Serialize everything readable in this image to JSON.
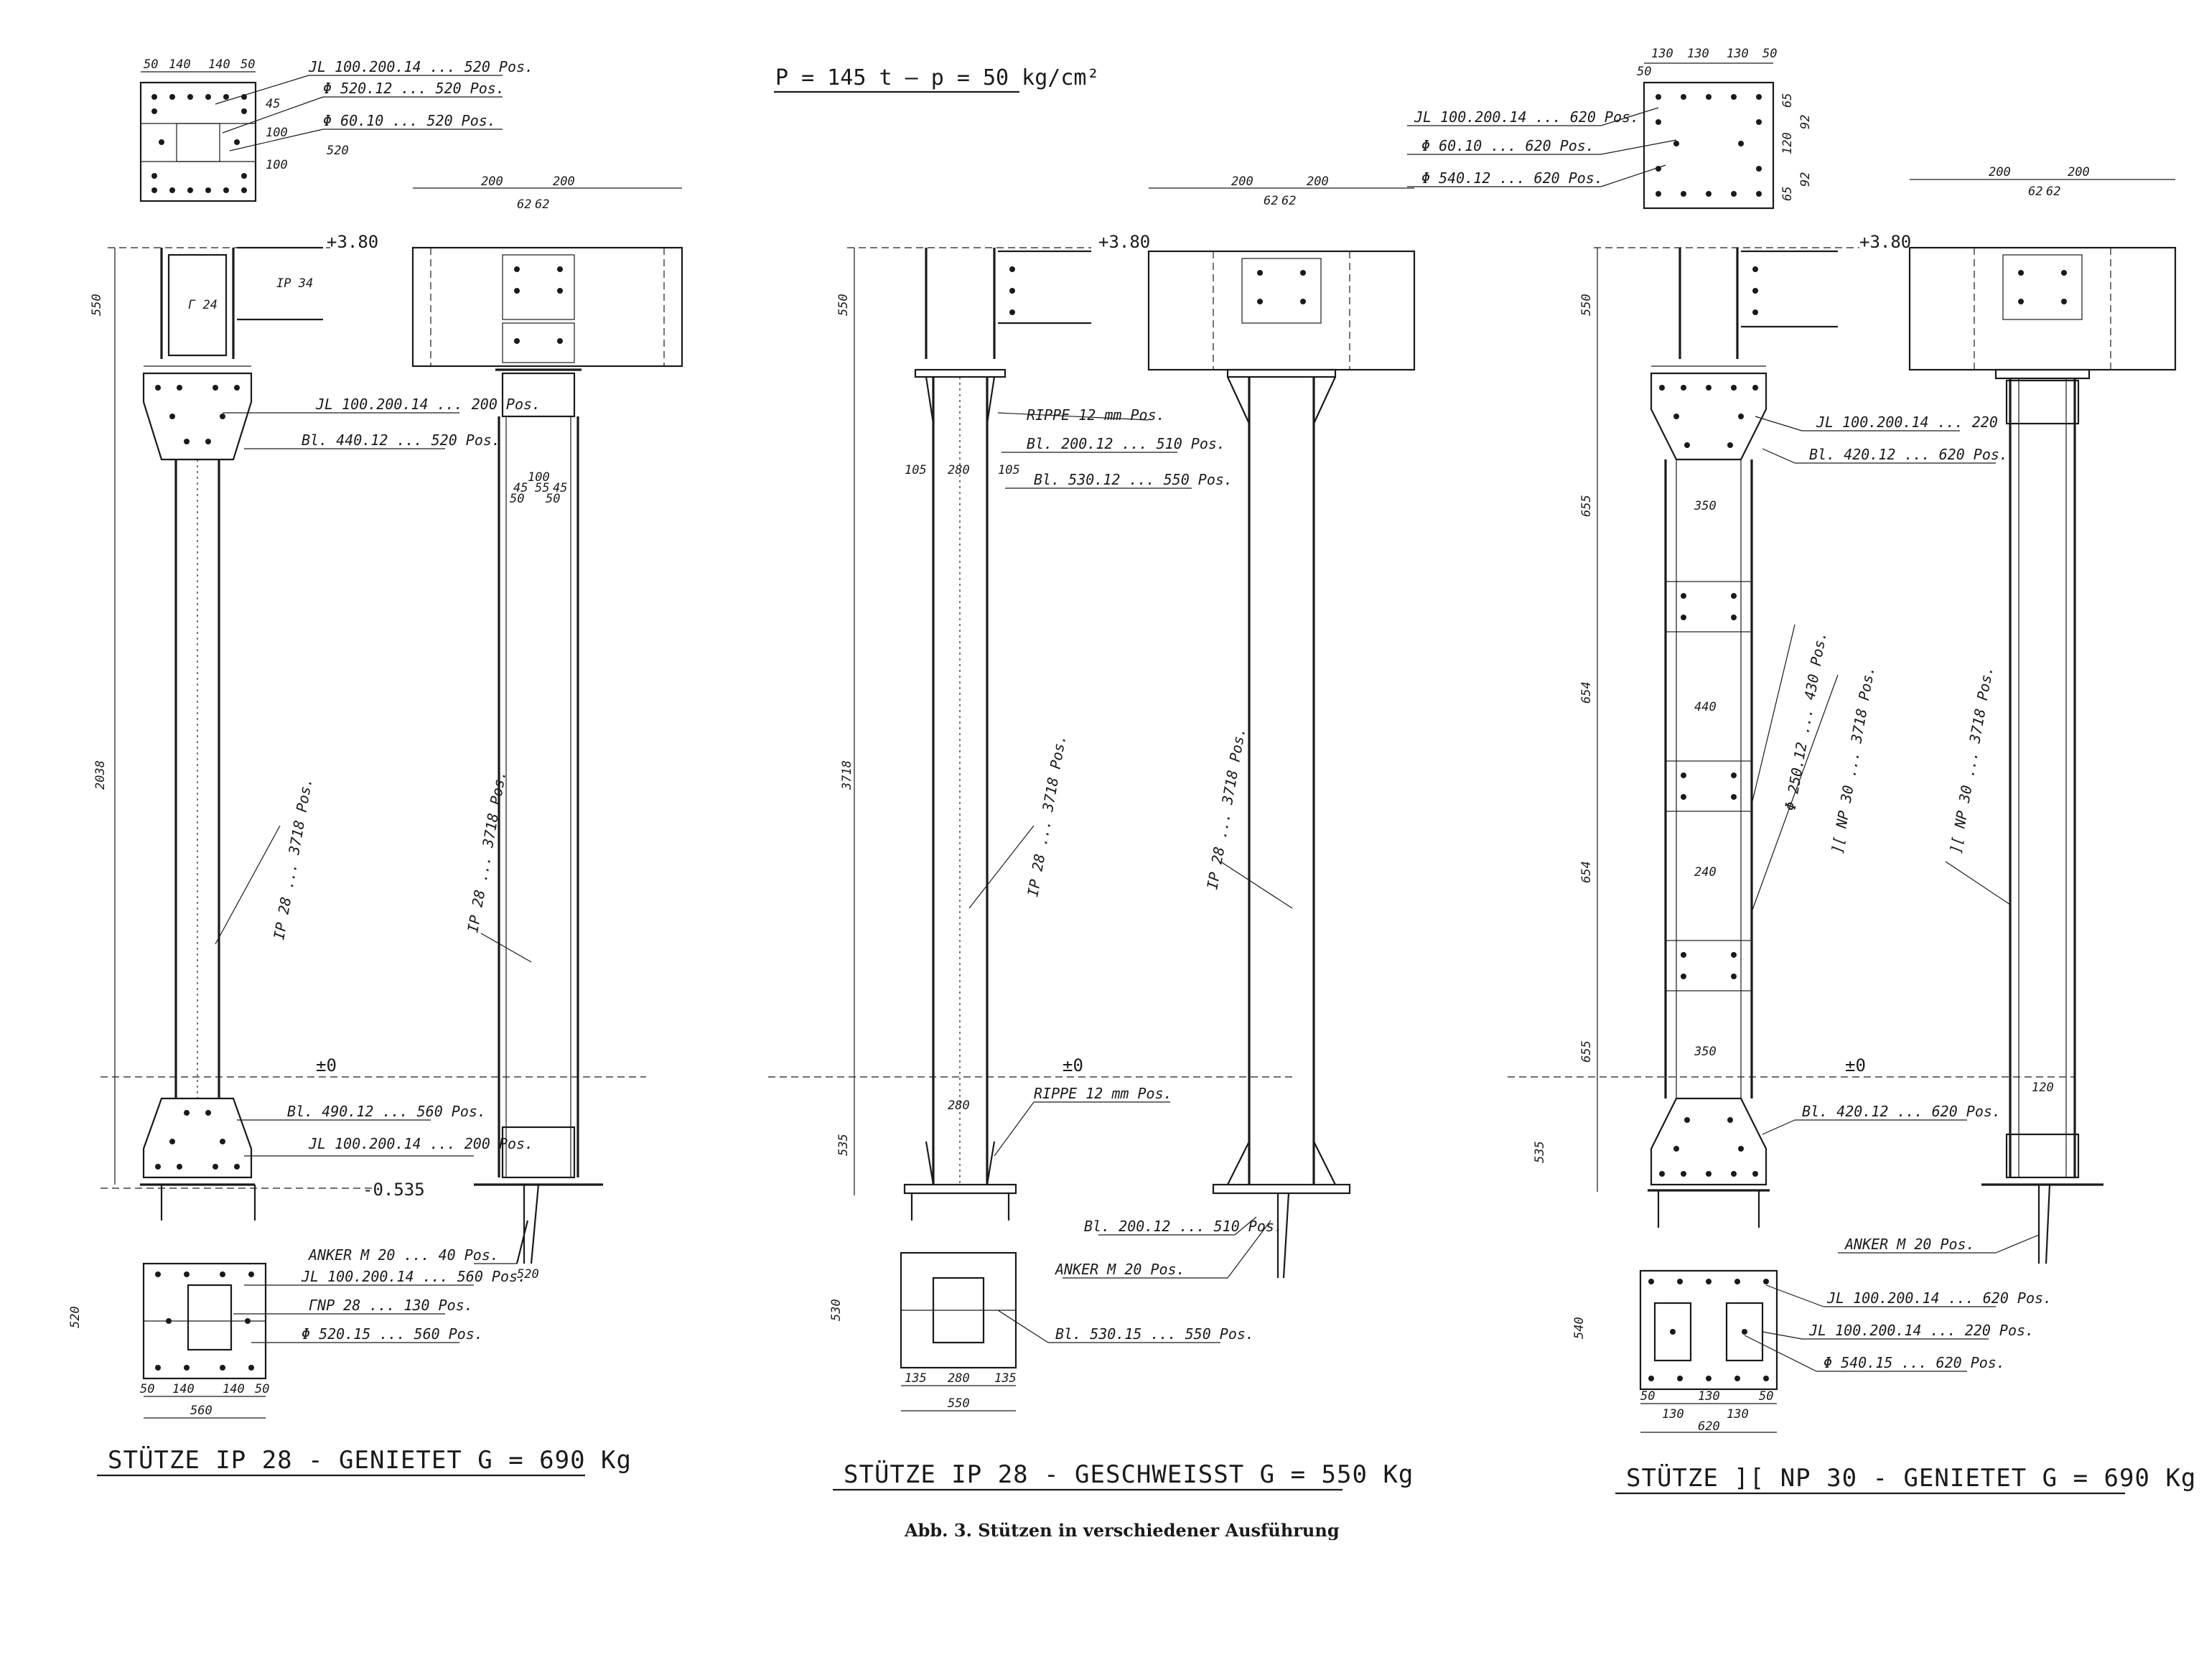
{
  "header": {
    "load_formula": "P = 145 t  –  p = 50 kg/cm²"
  },
  "caption": "Abb. 3. Stützen in verschiedener Ausführung",
  "columns": [
    {
      "id": "col-ip28-riveted",
      "title": "STÜTZE  IP 28 - GENIETET  G = 690 Kg",
      "level_top": "+3.80",
      "level_ground": "±0",
      "level_bottom": "-0.535",
      "heights": [
        "550",
        "2038"
      ],
      "shaft_label": "IP 28 ... 3718 Pos.",
      "top_plate": {
        "dims_top": [
          "50",
          "140",
          "140",
          "50"
        ],
        "dims_side": [
          "45",
          "100",
          "100",
          "520"
        ],
        "labels": [
          "JL 100.200.14 ... 520 Pos.",
          "Φ 520.12 ... 520 Pos.",
          "Φ 60.10 ... 520 Pos."
        ]
      },
      "callouts": [
        "JL 100.200.14 ... 200 Pos.",
        "Bl. 440.12 ... 520 Pos.",
        "Bl. 490.12 ... 560 Pos.",
        "JL 100.200.14 ... 200 Pos.",
        "ANKER  M 20 ... 40 Pos.",
        "IP 34",
        "IP 28 ... 3718 Pos."
      ],
      "side_dims": [
        "200",
        "200",
        "62",
        "62",
        "45",
        "55",
        "45",
        "100",
        "50",
        "50",
        "520"
      ],
      "base_plate": {
        "labels": [
          "JL 100.200.14 ... 560 Pos.",
          "ΓNP 28 ... 130 Pos.",
          "Φ 520.15 ... 560 Pos."
        ],
        "dims_bottom": [
          "50",
          "140",
          "140",
          "50"
        ],
        "dim_total": "560",
        "dim_side": "520"
      }
    },
    {
      "id": "col-ip28-welded",
      "title": "STÜTZE  IP 28 - GESCHWEISST  G = 550 Kg",
      "level_top": "+3.80",
      "level_ground": "±0",
      "heights": [
        "550",
        "3718",
        "535"
      ],
      "shaft_label": "IP 28 ... 3718 Pos.",
      "callouts": [
        "RIPPE  12 mm  Pos.",
        "Bl. 200.12 ... 510 Pos.",
        "Bl. 530.12 ... 550 Pos.",
        "RIPPE  12 mm  Pos.",
        "Bl. 200.12 ... 510 Pos.",
        "ANKER  M 20  Pos.",
        "IP 28 ... 3718 Pos."
      ],
      "side_dims": [
        "200",
        "200",
        "62",
        "62",
        "280",
        "280",
        "105",
        "105"
      ],
      "base_plate": {
        "labels": [
          "Bl. 530.15 ... 550 Pos."
        ],
        "dims_bottom": [
          "135",
          "280",
          "135"
        ],
        "dim_total": "550",
        "dim_side": "530"
      }
    },
    {
      "id": "col-inp30-riveted",
      "title": "STÜTZE  ][ NP 30 - GENIETET  G = 690 Kg",
      "level_top": "+3.80",
      "level_ground": "±0",
      "heights": [
        "550",
        "655",
        "654",
        "654",
        "655",
        "535"
      ],
      "shaft_label": "][ NP 30 ... 3718 Pos.",
      "top_plate": {
        "dims_top": [
          "50",
          "130",
          "130",
          "130",
          "50"
        ],
        "dims_side": [
          "65",
          "92",
          "120",
          "92",
          "65"
        ],
        "labels": [
          "JL 100.200.14 ... 620 Pos.",
          "Φ 60.10 ... 620 Pos.",
          "Φ 540.12 ... 620 Pos."
        ]
      },
      "callouts": [
        "JL 100.200.14 ... 220",
        "Bl. 420.12 ... 620 Pos.",
        "Φ 250.12 ... 430 Pos.",
        "][ NP 30 ... 3718 Pos.",
        "Bl. 420.12 ... 620 Pos.",
        "ANKER  M 20  Pos."
      ],
      "inner_dims": [
        "350",
        "440",
        "240",
        "350"
      ],
      "side_dims": [
        "200",
        "200",
        "62",
        "62",
        "120"
      ],
      "base_plate": {
        "labels": [
          "JL 100.200.14 ... 620 Pos.",
          "JL 100.200.14 ... 220 Pos.",
          "Φ 540.15 ... 620 Pos."
        ],
        "dims_bottom": [
          "50",
          "130",
          "130",
          "130",
          "50"
        ],
        "dim_total": "620",
        "dim_side": "540"
      }
    }
  ]
}
